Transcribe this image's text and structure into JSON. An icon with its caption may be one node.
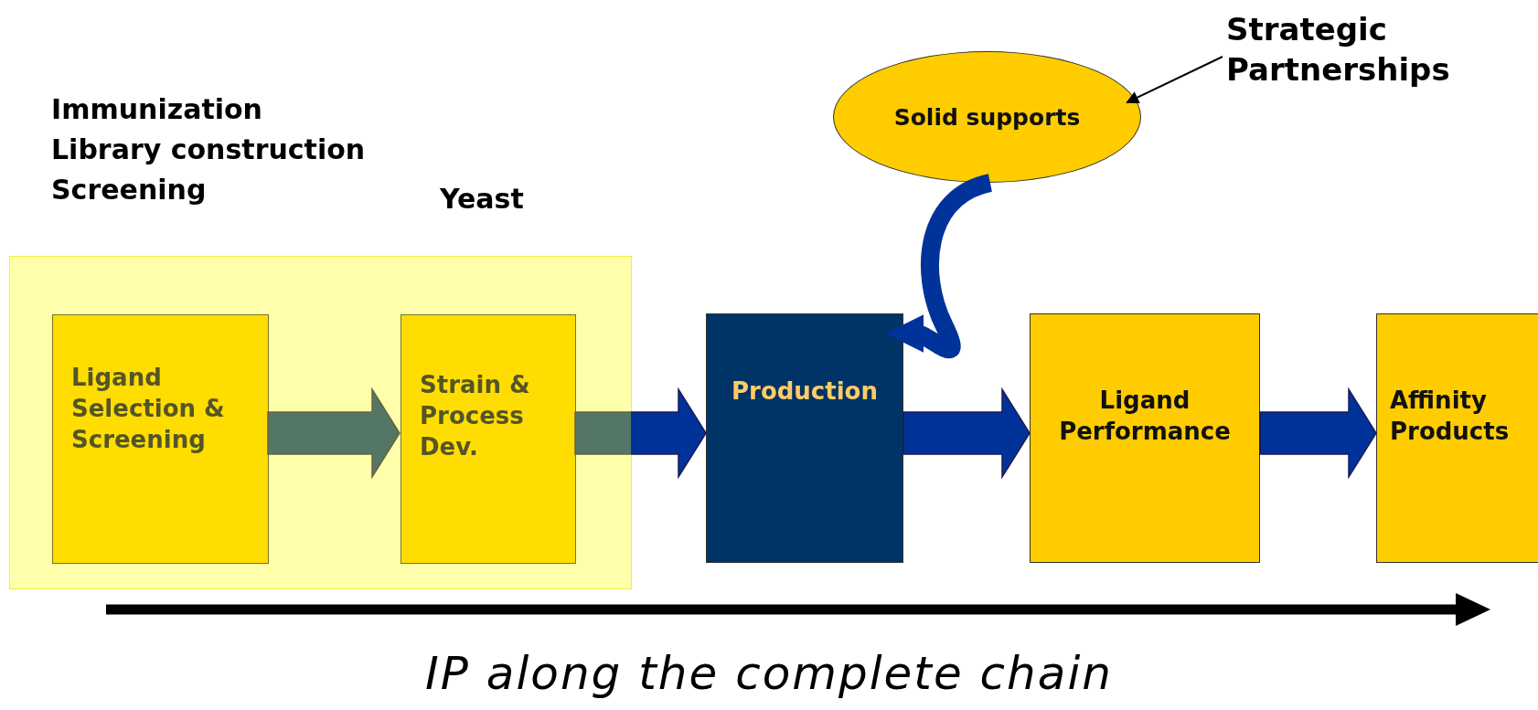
{
  "diagram": {
    "caption": "IP along the complete chain",
    "nodes": [
      {
        "text": [],
        "shape": "box"
      },
      {
        "text": [
          "Ligand Selection & Screening"
        ],
        "in": 0
      },
      {
        "text": [
          "Strain & Process Dev."
        ],
        "in": 0
      },
      {
        "text": [
          "Production"
        ]
      },
      {
        "text": [
          "Ligand Performance"
        ]
      },
      {
        "text": [
          "Affinity Products"
        ]
      },
      {
        "text": [
          "Solid supports"
        ]
      },
      {
        "text": [
          "Strategic Partnerships"
        ]
      }
    ],
    "edges": [
      {
        "from": 1,
        "to": 2,
        "arrow": "to",
        "style": "thick"
      },
      {
        "from": 2,
        "to": 3,
        "arrow": "to",
        "style": "thick"
      },
      {
        "from": 3,
        "to": 4,
        "arrow": "to",
        "style": "thick"
      },
      {
        "from": 4,
        "to": 5,
        "arrow": "to",
        "style": "thick"
      },
      {
        "from": 6,
        "to": 3,
        "arrow": "to",
        "style": "thick"
      },
      {
        "from": 7,
        "to": 6,
        "arrow": "to",
        "color": "#000000"
      }
    ],
    "labels": [
      "Immunization",
      "Library construction",
      "Screening",
      "Yeast"
    ]
  }
}
